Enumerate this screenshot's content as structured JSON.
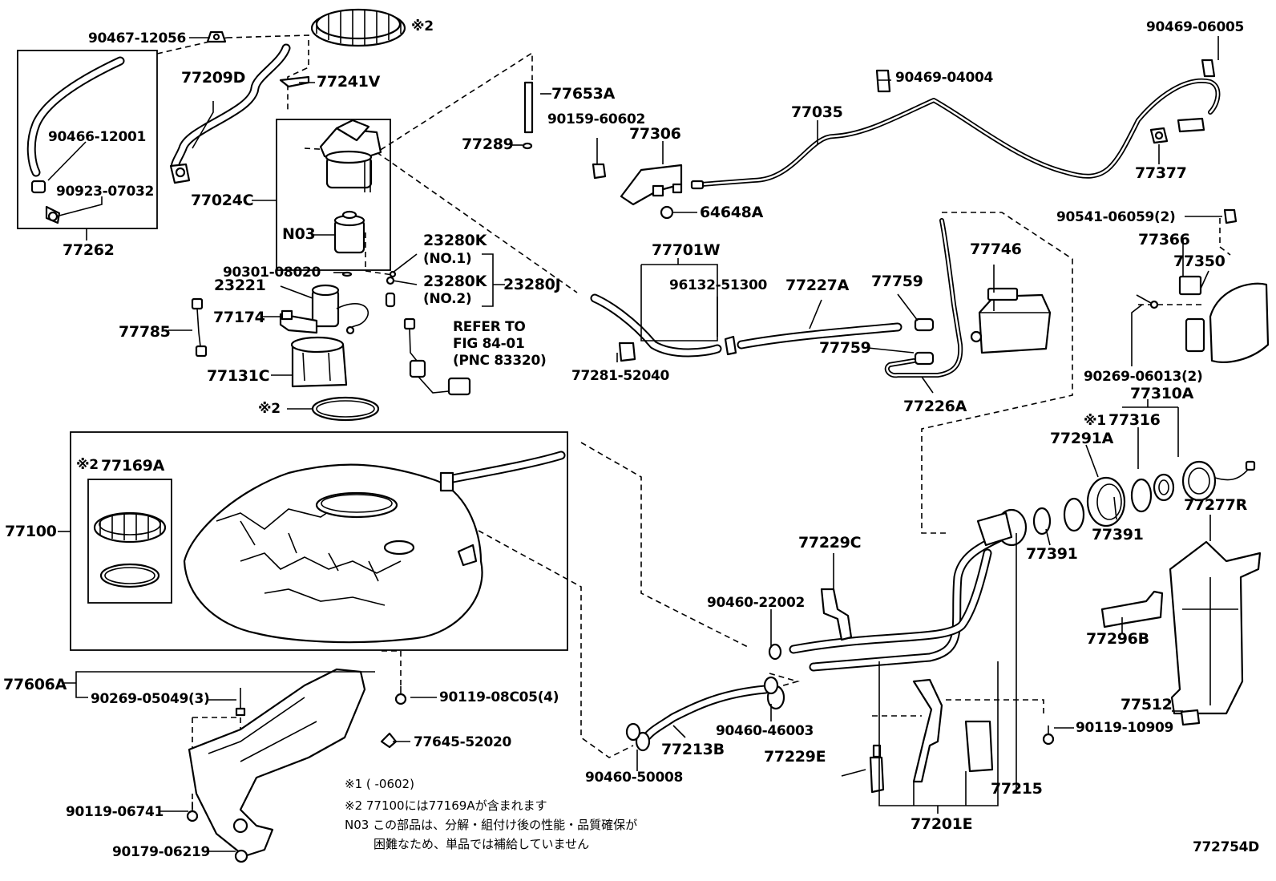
{
  "diagram_id": "772754D",
  "parts": {
    "p90467_12056": "90467-12056",
    "p_mark2_top": "※2",
    "p90469_06005": "90469-06005",
    "p77209D": "77209D",
    "p77241V": "77241V",
    "p90469_04004": "90469-04004",
    "p77653A": "77653A",
    "p90466_12001": "90466-12001",
    "p90159_60602": "90159-60602",
    "p77306": "77306",
    "p77035": "77035",
    "p77289": "77289",
    "p90923_07032": "90923-07032",
    "p77377": "77377",
    "p77024C": "77024C",
    "p64648A": "64648A",
    "p90541_06059": "90541-06059(2)",
    "pN03": "N03",
    "p77262": "77262",
    "p77701W": "77701W",
    "p77366": "77366",
    "p77746": "77746",
    "p77350": "77350",
    "p23280K_1": "23280K",
    "p23280K_1_no": "(NO.1)",
    "p90301_08020": "90301-08020",
    "p96132_51300": "96132-51300",
    "p77227A": "77227A",
    "p77759_a": "77759",
    "p23221": "23221",
    "p23280K_2": "23280K",
    "p23280J": "23280J",
    "p23280K_2_no": "(NO.2)",
    "p77174": "77174",
    "refer_1": "REFER TO",
    "refer_2": "FIG 84-01",
    "refer_3": "(PNC 83320)",
    "p77785": "77785",
    "p77759_b": "77759",
    "p77281_52040": "77281-52040",
    "p77131C": "77131C",
    "p90269_06013": "90269-06013(2)",
    "p77310A": "77310A",
    "p_mark2_ring": "※2",
    "p77226A": "77226A",
    "p_mark1": "※1",
    "p77316": "77316",
    "p77291A": "77291A",
    "p_mark2_box": "※2",
    "p77169A": "77169A",
    "p77100": "77100",
    "p77277R": "77277R",
    "p77229C": "77229C",
    "p77391_a": "77391",
    "p77391_b": "77391",
    "p90460_22002": "90460-22002",
    "p77296B": "77296B",
    "p77606A": "77606A",
    "p90269_05049": "90269-05049(3)",
    "p90119_08C05": "90119-08C05(4)",
    "p77512": "77512",
    "p90119_10909": "90119-10909",
    "p90460_46003": "90460-46003",
    "p77645_52020": "77645-52020",
    "p77213B": "77213B",
    "p77229E": "77229E",
    "p90460_50008": "90460-50008",
    "p77215": "77215",
    "p90119_06741": "90119-06741",
    "p77201E": "77201E",
    "p90179_06219": "90179-06219"
  },
  "notes": {
    "note1": "※1 (      -0602)",
    "note2": "※2 77100には77169Aが含まれます",
    "note3": "N03 この部品は、分解・組付け後の性能・品質確保が",
    "note4": "困難なため、単品では補給していません"
  }
}
